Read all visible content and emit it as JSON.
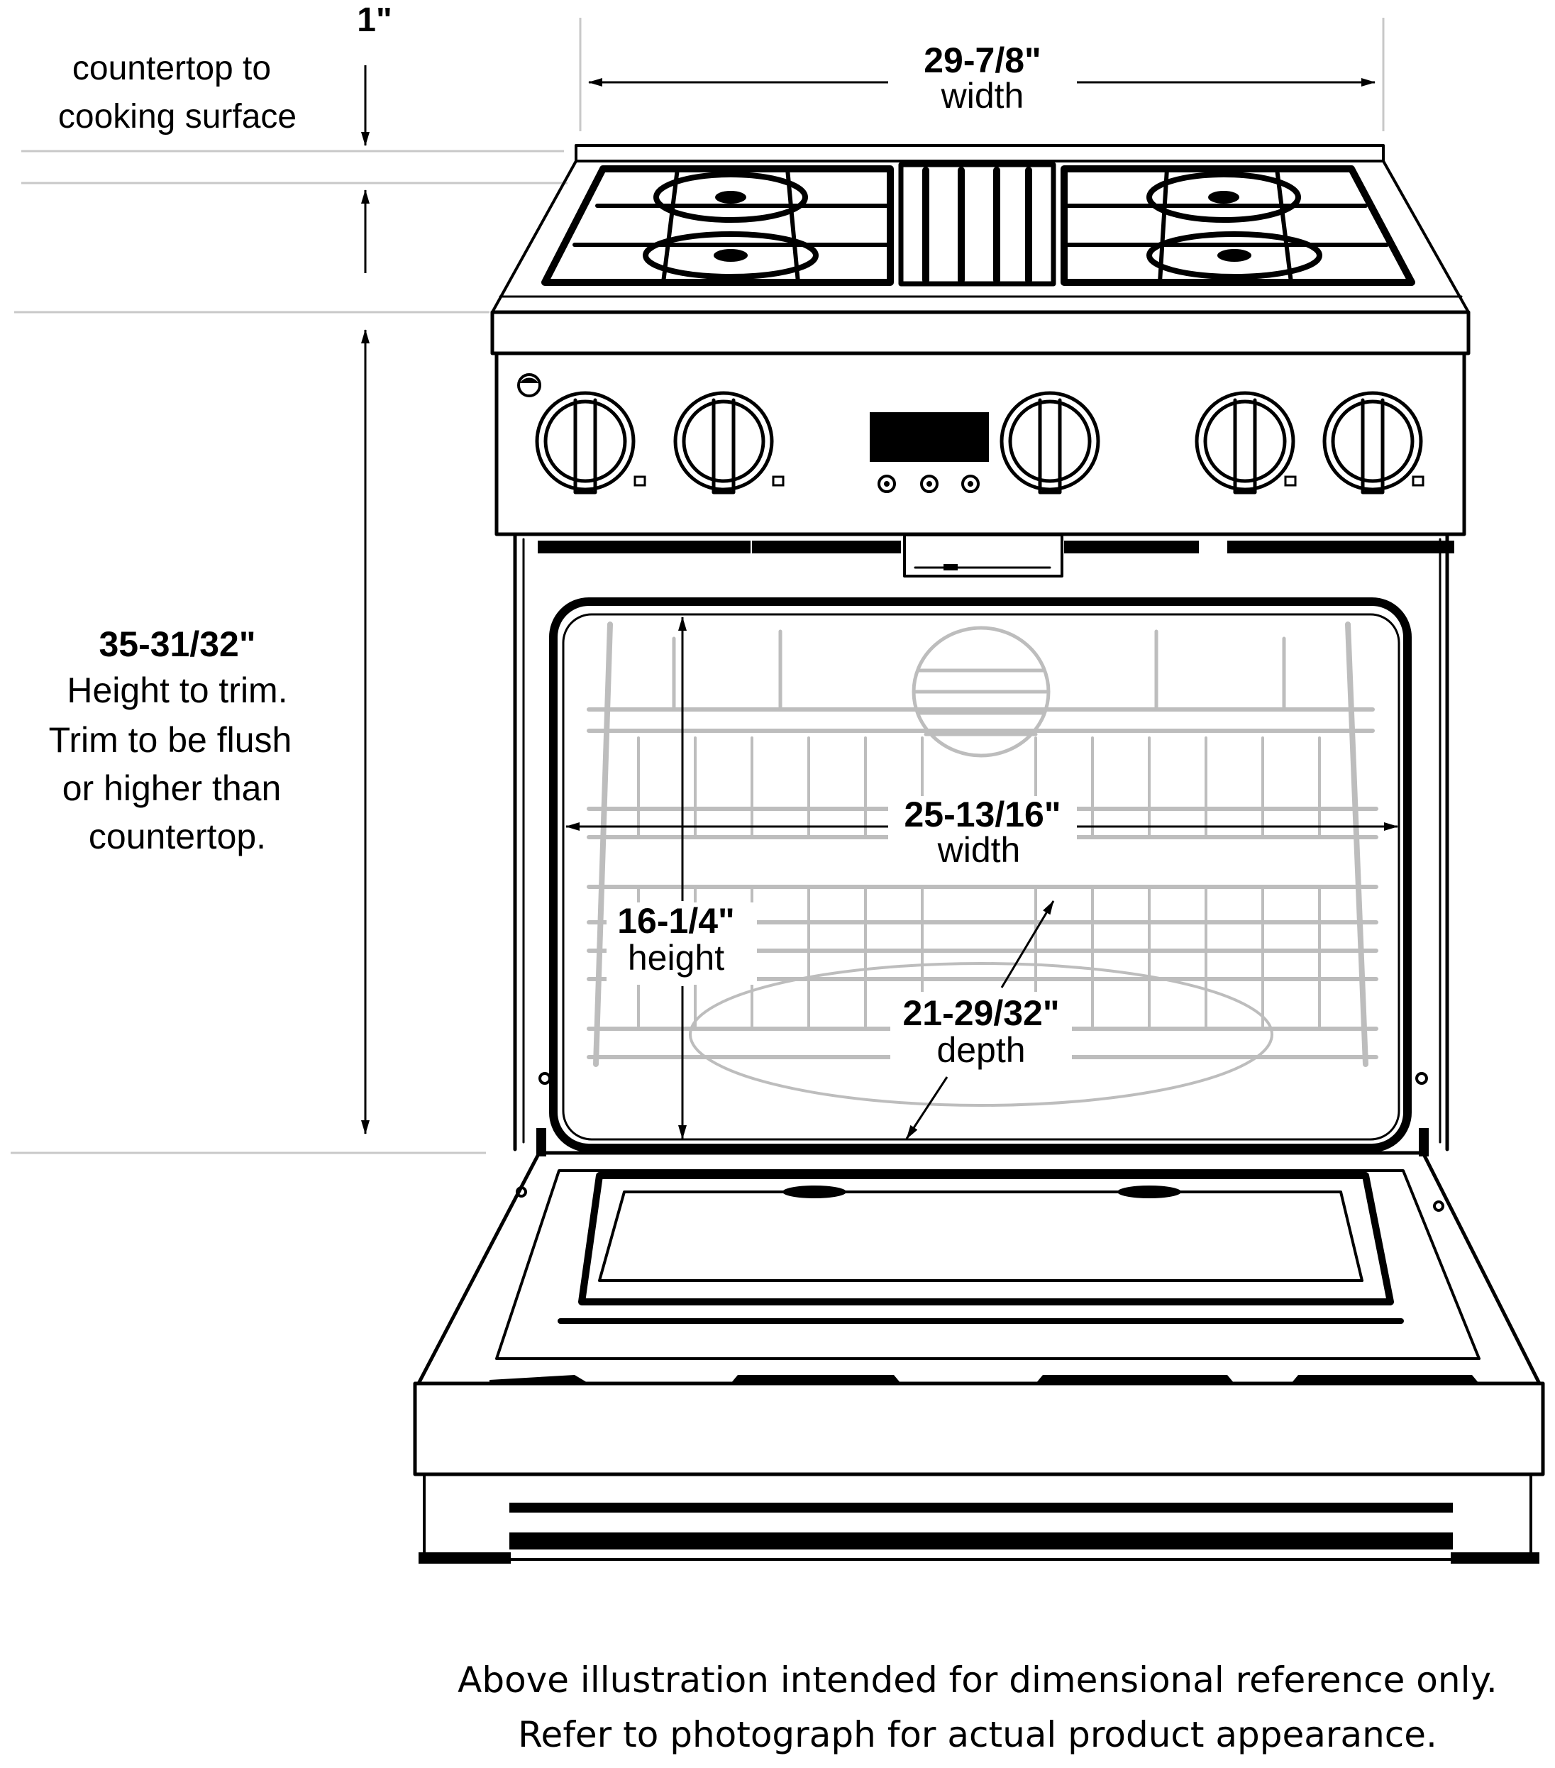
{
  "dimensions": {
    "counter_offset": {
      "value": "1\"",
      "label_lines": [
        "countertop to",
        "cooking surface"
      ]
    },
    "overall_width": {
      "value": "29-7/8\"",
      "label": "width"
    },
    "height_to_trim": {
      "value": "35-31/32\"",
      "label_lines": [
        "Height to trim.",
        "Trim to be flush",
        "or higher than",
        "countertop."
      ]
    },
    "oven_width": {
      "value": "25-13/16\"",
      "label": "width"
    },
    "oven_height": {
      "value": "16-1/4\"",
      "label": "height"
    },
    "oven_depth": {
      "value": "21-29/32\"",
      "label": "depth"
    }
  },
  "footnote": {
    "line1": "Above illustration intended for dimensional reference only.",
    "line2": "Refer to photograph for actual product appearance."
  },
  "colors": {
    "line": "#000000",
    "rack": "#bdbdbd",
    "guide": "#c8c8c8",
    "background": "#ffffff"
  },
  "icons": [
    "burner-grate-icon",
    "control-knob-icon",
    "display-icon",
    "arrow-icon"
  ]
}
